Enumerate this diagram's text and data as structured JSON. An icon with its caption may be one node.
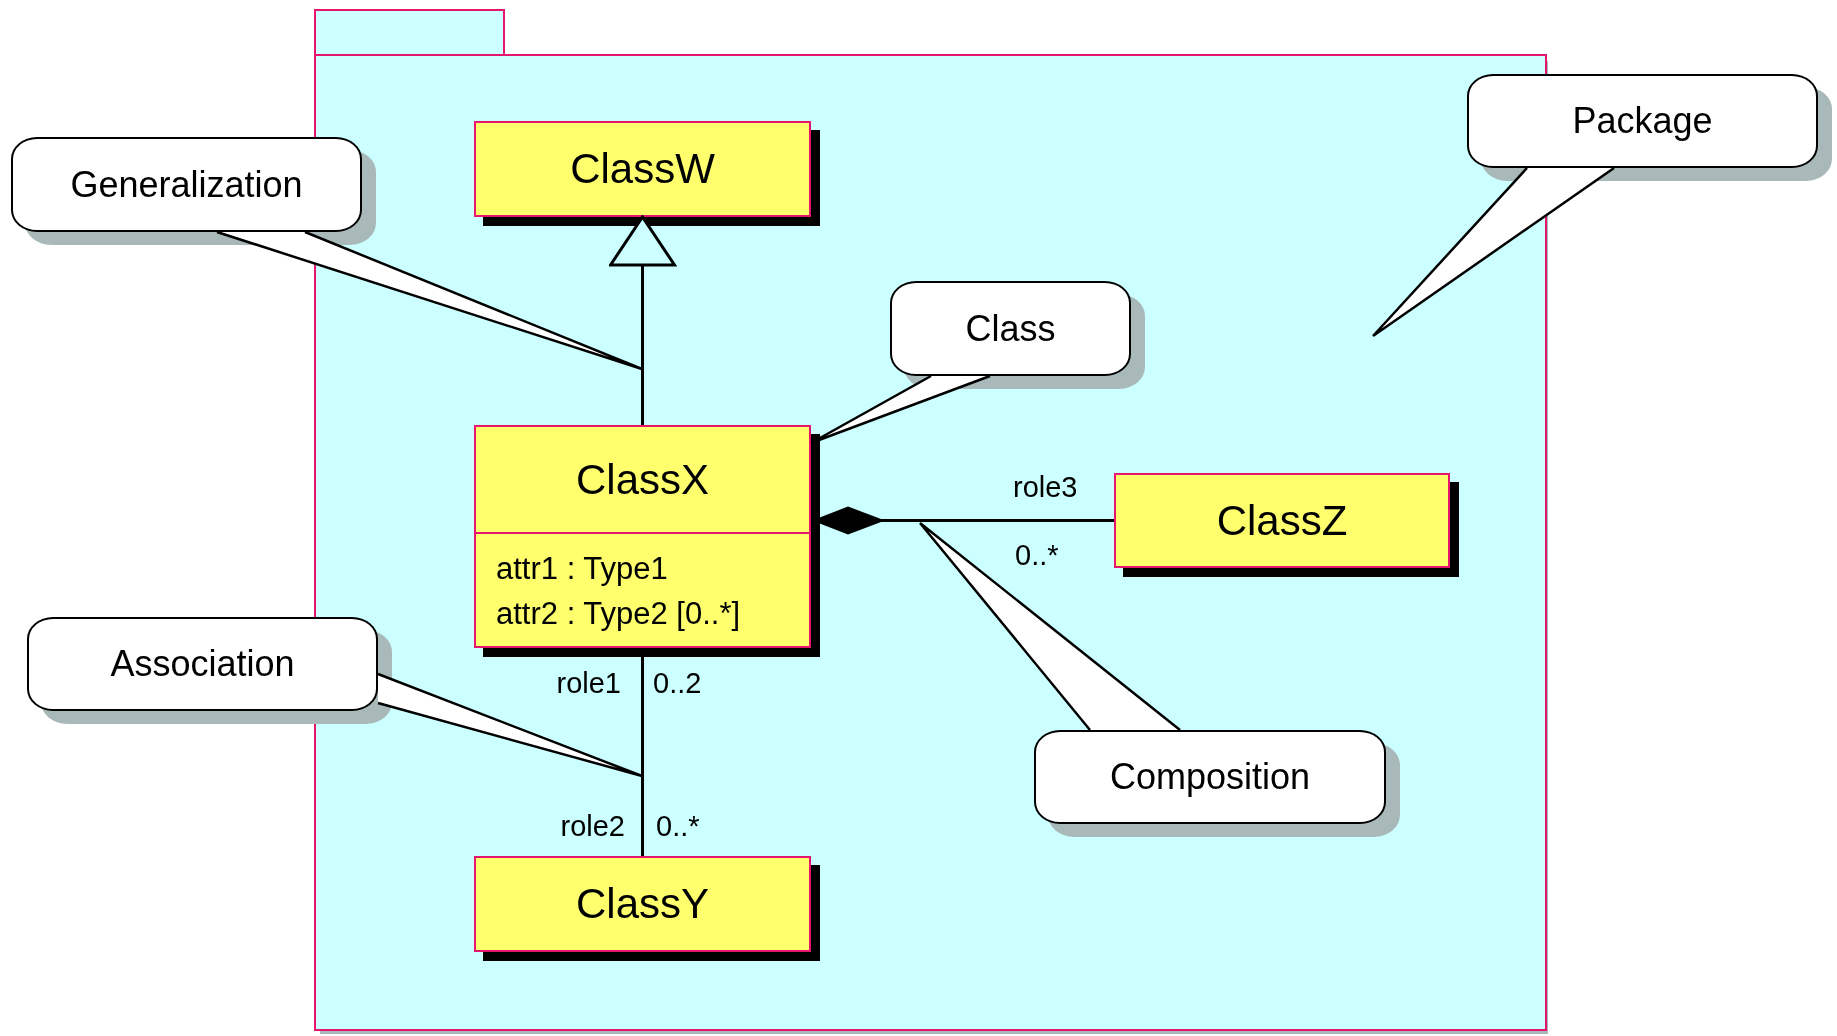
{
  "diagram": {
    "nodes": [
      {
        "text": [],
        "shape": "folder"
      },
      {
        "text": [
          "ClassW"
        ],
        "in": 0
      },
      {
        "text": [
          "ClassX",
          "attr1 : Type1",
          "attr2 : Type2 [0..*]"
        ],
        "in": 0
      },
      {
        "text": [
          "ClassZ"
        ],
        "in": 0
      },
      {
        "text": [
          "ClassY"
        ],
        "in": 0
      },
      {
        "text": [
          "Generalization"
        ]
      },
      {
        "text": [
          "Class"
        ],
        "in": 0
      },
      {
        "text": [
          "Package"
        ]
      },
      {
        "text": [
          "Association"
        ]
      },
      {
        "text": [
          "Composition"
        ],
        "in": 0
      }
    ],
    "edges": [
      {
        "from": 2,
        "to": 1,
        "arrow": "to"
      },
      {
        "from": 2,
        "to": 3,
        "arrow": "other"
      },
      {
        "from": 2,
        "to": 4,
        "arrow": "none"
      },
      {
        "from": 5,
        "to": null,
        "arrow": "none"
      },
      {
        "from": 6,
        "to": 2,
        "arrow": "none"
      },
      {
        "from": 7,
        "to": 0,
        "arrow": "none"
      },
      {
        "from": 8,
        "to": null,
        "arrow": "none"
      },
      {
        "from": 9,
        "to": null,
        "arrow": "none"
      }
    ],
    "labels": [
      "role3",
      "0..*",
      "role1",
      "0..2",
      "role2",
      "0..*"
    ]
  }
}
